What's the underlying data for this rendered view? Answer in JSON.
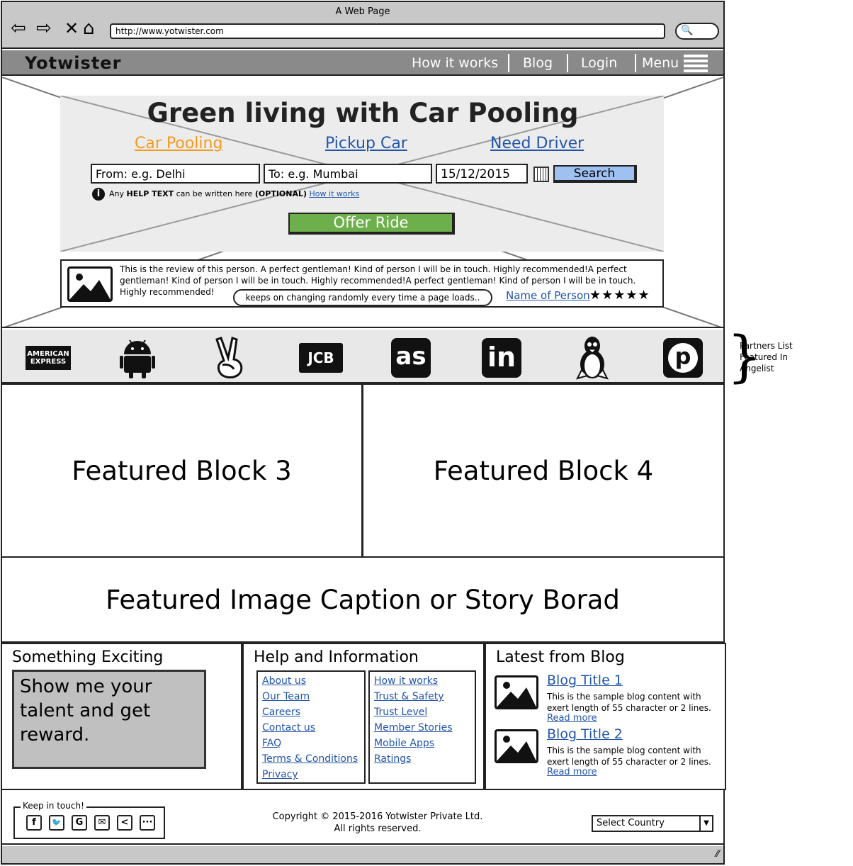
{
  "browser": {
    "window_title": "A Web Page",
    "url": "http://www.yotwister.com",
    "search_glyph": "🔍"
  },
  "navbar": {
    "brand": "Yotwister",
    "links": [
      "How it works",
      "Blog",
      "Login",
      "Menu"
    ]
  },
  "hero": {
    "title": "Green living with Car Pooling",
    "tabs": [
      "Car Pooling",
      "Pickup Car",
      "Need Driver"
    ],
    "active_tab": "Car Pooling",
    "from_placeholder": "From: e.g. Delhi",
    "to_placeholder": "To: e.g. Mumbai",
    "date_value": "15/12/2015",
    "search_label": "Search",
    "help_prefix": "Any ",
    "help_bold": "HELP TEXT",
    "help_middle": " can be written here ",
    "help_optional": "(OPTIONAL)",
    "help_link": "How it works",
    "offer_label": "Offer Ride",
    "review": {
      "text": "This is the review of this person. A perfect gentleman! Kind of person I will be in touch. Highly recommended!A perfect gentleman! Kind of person I will be in touch. Highly recommended!A perfect gentleman! Kind of person I will be in touch. Highly recommended!",
      "bubble": "keeps on changing randomly every time a page loads..",
      "name": "Name of Person",
      "stars": "★★★★★",
      "rating": 5
    }
  },
  "partners": {
    "logos": [
      "american-express",
      "android",
      "peace-hand",
      "jcb",
      "lastfm",
      "linkedin",
      "linux",
      "pinterest"
    ],
    "amex_text": "AMERICAN EXPRESS",
    "jcb_text": "JCB",
    "lastfm_text": "as",
    "linkedin_text": "in",
    "pinterest_text": "p",
    "note": [
      "Partners List",
      "Featured In",
      "Angelist"
    ]
  },
  "featured": {
    "block3": "Featured Block 3",
    "block4": "Featured Block 4",
    "caption": "Featured Image Caption or Story Borad"
  },
  "footer": {
    "exciting_title": "Something Exciting",
    "talent_text": "Show me your talent and get reward.",
    "help_title": "Help and Information",
    "help_links_left": [
      "About us",
      "Our Team",
      "Careers",
      "Contact us",
      "FAQ",
      "Terms & Conditions",
      "Privacy"
    ],
    "help_links_right": [
      "How it works",
      "Trust & Safety",
      "Trust Level",
      "Member Stories",
      "Mobile Apps",
      "Ratings"
    ],
    "blog_title": "Latest from Blog",
    "posts": [
      {
        "title": "Blog Title 1",
        "text": "This is the sample blog content with exert length of 55 character or 2 lines.",
        "more": "Read more"
      },
      {
        "title": "Blog Title 2",
        "text": "This is the sample blog content with exert length of 55 character or 2 lines.",
        "more": "Read more"
      }
    ],
    "keep_in_touch": "Keep in touch!",
    "social": [
      "f",
      "🐦",
      "G",
      "✉",
      "<",
      "···"
    ],
    "copyright_1": "Copyright © 2015-2016 Yotwister Private Ltd.",
    "copyright_2": "All rights reserved.",
    "country_select": "Select Country"
  }
}
